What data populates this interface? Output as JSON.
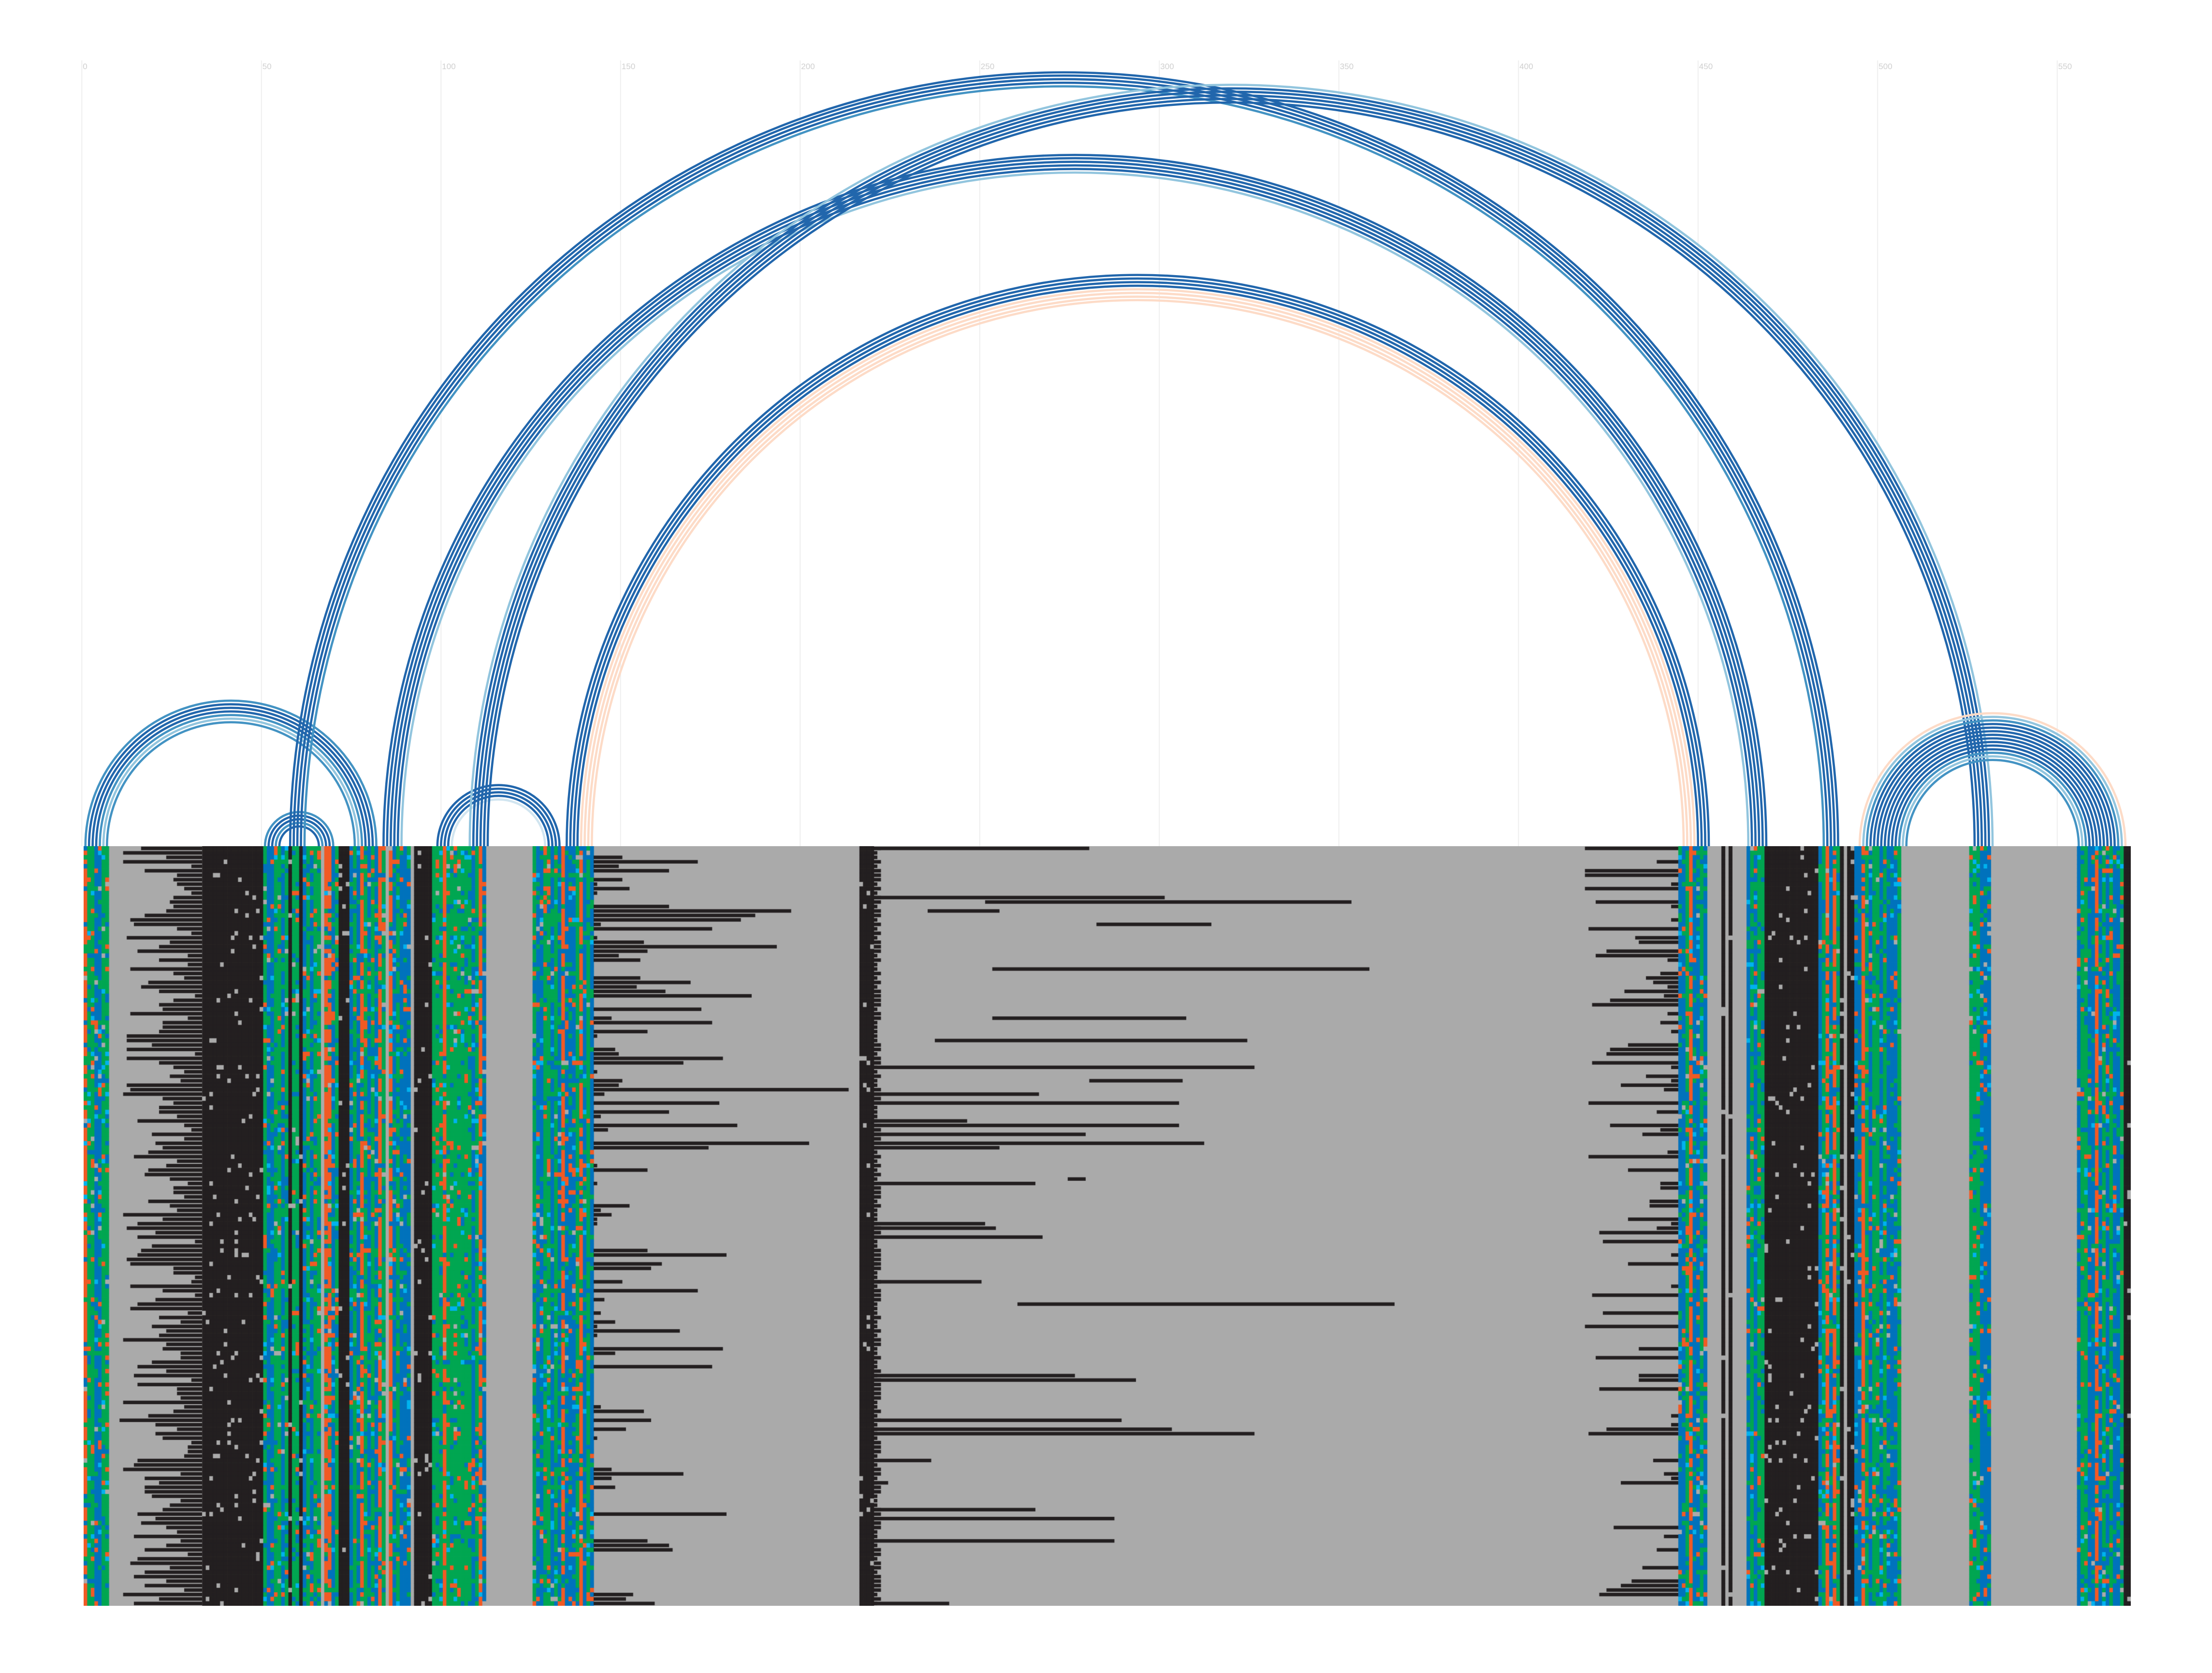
{
  "axis": {
    "ticks": [
      {
        "value": 0,
        "label": "0"
      },
      {
        "value": 50,
        "label": "50"
      },
      {
        "value": 100,
        "label": "100"
      },
      {
        "value": 150,
        "label": "150"
      },
      {
        "value": 200,
        "label": "200"
      },
      {
        "value": 250,
        "label": "250"
      },
      {
        "value": 300,
        "label": "300"
      },
      {
        "value": 350,
        "label": "350"
      },
      {
        "value": 400,
        "label": "400"
      },
      {
        "value": 450,
        "label": "450"
      },
      {
        "value": 500,
        "label": "500"
      },
      {
        "value": 550,
        "label": "550"
      }
    ]
  },
  "colors": {
    "green": "#00a651",
    "blue": "#0072bc",
    "cyan": "#00b2ef",
    "orange": "#f15a24",
    "gap": "#aaaaaa",
    "black": "#231f20",
    "grid": "#eeeeee"
  },
  "alignment": {
    "columns": 570,
    "rows": 170,
    "segments": [
      {
        "from": 0,
        "to": 7,
        "type": "seq"
      },
      {
        "from": 7,
        "to": 33,
        "type": "raggedR"
      },
      {
        "from": 33,
        "to": 50,
        "type": "black"
      },
      {
        "from": 50,
        "to": 57,
        "type": "seq"
      },
      {
        "from": 57,
        "to": 58,
        "type": "black"
      },
      {
        "from": 58,
        "to": 60,
        "type": "seq"
      },
      {
        "from": 60,
        "to": 61,
        "type": "black"
      },
      {
        "from": 61,
        "to": 66,
        "type": "seq"
      },
      {
        "from": 66,
        "to": 67,
        "type": "gap"
      },
      {
        "from": 67,
        "to": 71,
        "type": "seq"
      },
      {
        "from": 71,
        "to": 74,
        "type": "black"
      },
      {
        "from": 74,
        "to": 84,
        "type": "seq"
      },
      {
        "from": 84,
        "to": 85,
        "type": "gap"
      },
      {
        "from": 85,
        "to": 91,
        "type": "seq"
      },
      {
        "from": 91,
        "to": 92,
        "type": "gap"
      },
      {
        "from": 92,
        "to": 97,
        "type": "black"
      },
      {
        "from": 97,
        "to": 112,
        "type": "seq"
      },
      {
        "from": 112,
        "to": 125,
        "type": "gap"
      },
      {
        "from": 125,
        "to": 142,
        "type": "seq"
      },
      {
        "from": 142,
        "to": 216,
        "type": "raggedL"
      },
      {
        "from": 216,
        "to": 220,
        "type": "black"
      },
      {
        "from": 220,
        "to": 400,
        "type": "sparse"
      },
      {
        "from": 400,
        "to": 444,
        "type": "sparseR"
      },
      {
        "from": 444,
        "to": 452,
        "type": "seq"
      },
      {
        "from": 452,
        "to": 456,
        "type": "gap"
      },
      {
        "from": 456,
        "to": 457,
        "type": "black"
      },
      {
        "from": 457,
        "to": 458,
        "type": "gap"
      },
      {
        "from": 458,
        "to": 459,
        "type": "black"
      },
      {
        "from": 459,
        "to": 463,
        "type": "gap"
      },
      {
        "from": 463,
        "to": 468,
        "type": "seq"
      },
      {
        "from": 468,
        "to": 483,
        "type": "black"
      },
      {
        "from": 483,
        "to": 489,
        "type": "seq"
      },
      {
        "from": 489,
        "to": 490,
        "type": "black"
      },
      {
        "from": 490,
        "to": 491,
        "type": "gap"
      },
      {
        "from": 491,
        "to": 493,
        "type": "black"
      },
      {
        "from": 493,
        "to": 506,
        "type": "seq"
      },
      {
        "from": 506,
        "to": 525,
        "type": "gap"
      },
      {
        "from": 525,
        "to": 531,
        "type": "seq"
      },
      {
        "from": 531,
        "to": 555,
        "type": "gap"
      },
      {
        "from": 555,
        "to": 568,
        "type": "seq"
      },
      {
        "from": 568,
        "to": 570,
        "type": "black"
      }
    ]
  },
  "helices": [
    {
      "i": 0,
      "j": 81,
      "n": 7,
      "colors": [
        "#4393c3",
        "#2166ac",
        "#2166ac",
        "#2166ac",
        "#4393c3",
        "#92c5de",
        "#4393c3"
      ]
    },
    {
      "i": 50,
      "j": 69,
      "n": 5,
      "colors": [
        "#4393c3",
        "#2166ac",
        "#2166ac",
        "#4393c3",
        "#2166ac"
      ]
    },
    {
      "i": 57,
      "j": 488,
      "n": 5,
      "colors": [
        "#2166ac",
        "#2166ac",
        "#2166ac",
        "#2166ac",
        "#4393c3"
      ]
    },
    {
      "i": 83,
      "j": 468,
      "n": 6,
      "colors": [
        "#2166ac",
        "#2166ac",
        "#2166ac",
        "#2166ac",
        "#2166ac",
        "#92c5de"
      ]
    },
    {
      "i": 98,
      "j": 132,
      "n": 5,
      "colors": [
        "#2166ac",
        "#2166ac",
        "#2166ac",
        "#2166ac",
        "#d1e5f0"
      ]
    },
    {
      "i": 107,
      "j": 531,
      "n": 6,
      "colors": [
        "#92c5de",
        "#2166ac",
        "#2166ac",
        "#2166ac",
        "#2166ac",
        "#2166ac"
      ]
    },
    {
      "i": 134,
      "j": 452,
      "n": 4,
      "colors": [
        "#2166ac",
        "#2166ac",
        "#2166ac",
        "#2166ac"
      ]
    },
    {
      "i": 138,
      "j": 448,
      "n": 4,
      "colors": [
        "#fddbc7",
        "#fddbc7",
        "#fddbc7",
        "#fddbc7"
      ]
    },
    {
      "i": 494,
      "j": 568,
      "n": 14,
      "colors": [
        "#fddbc7",
        "#92c5de",
        "#4393c3",
        "#2166ac",
        "#2166ac",
        "#2166ac",
        "#2166ac",
        "#2166ac",
        "#2166ac",
        "#2166ac",
        "#2166ac",
        "#4393c3",
        "#92c5de",
        "#4393c3"
      ]
    }
  ]
}
